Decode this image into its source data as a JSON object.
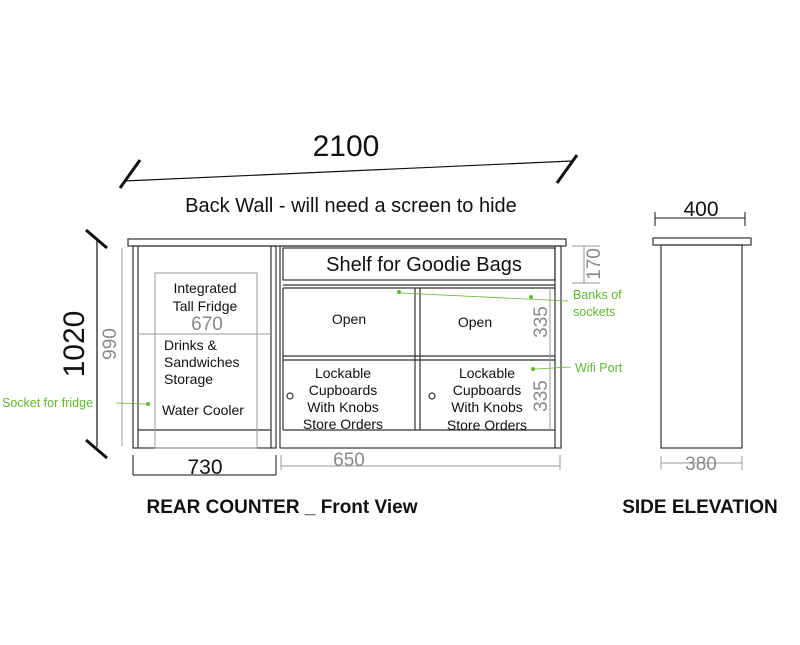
{
  "dimensions": {
    "overall_width": "2100",
    "overall_height": "1020",
    "inner_height": "990",
    "fridge_inner_width": "670",
    "left_bay_width": "730",
    "right_gap": "650",
    "shelf_height": "170",
    "upper_bay_height": "335",
    "lower_bay_height": "335",
    "side_top_width": "400",
    "side_base_width": "380"
  },
  "labels": {
    "back_wall": "Back Wall - will need a screen to hide",
    "shelf": "Shelf for Goodie Bags",
    "fridge_line1": "Integrated",
    "fridge_line2": "Tall Fridge",
    "storage_line1": "Drinks &",
    "storage_line2": "Sandwiches",
    "storage_line3": "Storage",
    "water_cooler": "Water Cooler",
    "open_left": "Open",
    "open_right": "Open",
    "cupboard_line1": "Lockable",
    "cupboard_line2": "Cupboards",
    "cupboard_line3": "With Knobs",
    "cupboard_line4": "Store Orders"
  },
  "annotations": {
    "sockets_line1": "Banks of",
    "sockets_line2": "sockets",
    "wifi": "Wifi Port",
    "fridge_socket": "Socket for fridge"
  },
  "titles": {
    "front": "REAR COUNTER _ Front View",
    "side": "SIDE ELEVATION"
  },
  "colors": {
    "line": "#333333",
    "grey": "#8a8a8a",
    "annotation": "#5fb832"
  }
}
